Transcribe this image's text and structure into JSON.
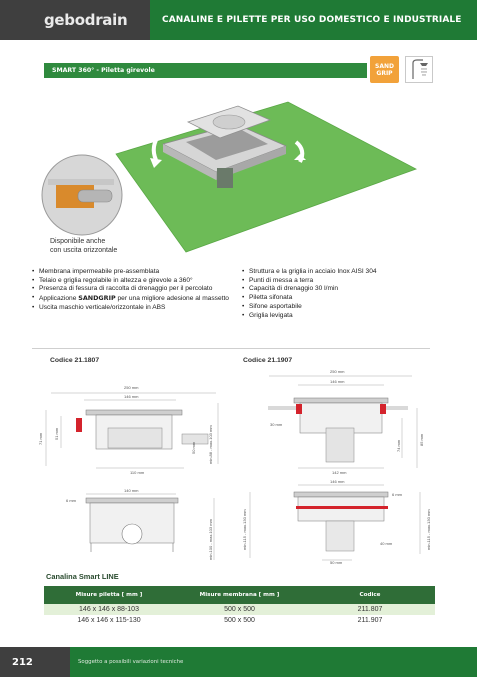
{
  "header": {
    "brand": "gebodrain",
    "title": "CANALINE E PILETTE PER USO DOMESTICO E INDUSTRIALE"
  },
  "product": {
    "title": "SMART 360° - Piletta girevole",
    "badge_line1": "SAND",
    "badge_line2": "GRIP"
  },
  "caption": {
    "line1": "Disponibile anche",
    "line2": "con uscita orizzontale"
  },
  "features_left": [
    "Membrana impermeabile pre-assemblata",
    "Telaio e griglia regolabile in altezza e girevole a 360°",
    "Presenza di fessura di raccolta di drenaggio per il percolato",
    "Applicazione",
    "per una migliore adesione al massetto",
    "Uscita maschio verticale/orizzontale in ABS"
  ],
  "sandgrip_inline": "SANDGRIP",
  "features_right": [
    "Struttura e la griglia in acciaio Inox AISI 304",
    "Punti di messa a terra",
    "Capacità di drenaggio 30 l/min",
    "Piletta sifonata",
    "Sifone asportabile",
    "Griglia levigata"
  ],
  "drawings": {
    "left": {
      "code": "Codice 21.1807",
      "dims": {
        "d250": "250 mm",
        "d146": "146 mm",
        "d71": "71 mm",
        "d51": "51 mm",
        "d50": "50 mm",
        "d88": "min.88 - max.103 mm",
        "d110": "110 mm",
        "d140": "140 mm",
        "d6": "6 mm",
        "d100": "min.100 - max.103 mm"
      }
    },
    "right": {
      "code": "Codice 21.1907",
      "dims": {
        "d250": "250 mm",
        "d146": "146 mm",
        "d30": "30 mm",
        "d74": "74 mm",
        "d85": "85 mm",
        "d142": "142 mm",
        "d146b": "146 mm",
        "d115": "min.115 - max.130 mm",
        "d6": "6 mm",
        "d40": "40 mm",
        "d50": "50 mm",
        "d115b": "min.115 - max.130 mm"
      }
    }
  },
  "table": {
    "title": "Canalina Smart LINE",
    "headers": [
      "Misure piletta [ mm ]",
      "Misure membrana [ mm ]",
      "Codice"
    ],
    "rows": [
      [
        "146 x 146 x 88-103",
        "500 x 500",
        "211.807"
      ],
      [
        "146 x 146 x 115-130",
        "500 x 500",
        "211.907"
      ]
    ]
  },
  "footer": {
    "page": "212",
    "note": "Soggetto a possibili variazioni tecniche"
  },
  "colors": {
    "green_dark": "#1f7a35",
    "green_bar": "#2f8a3e",
    "grey_dark": "#3f3f3f",
    "orange_badge": "#f2a23a",
    "membrane": "#6dbb57",
    "gasket_red": "#d4232c"
  }
}
